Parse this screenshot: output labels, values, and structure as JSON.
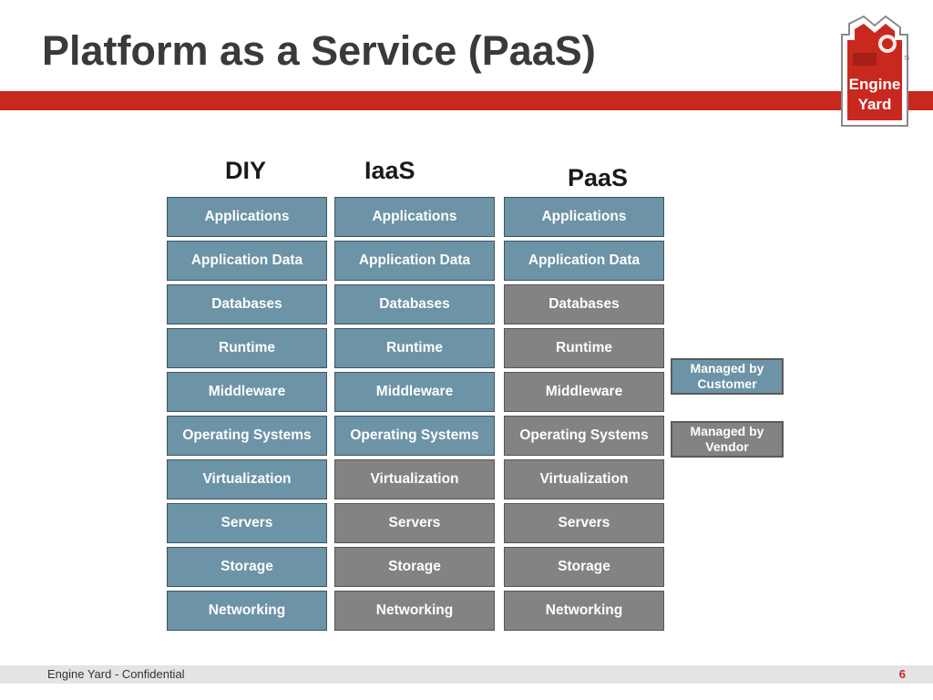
{
  "slide": {
    "title": "Platform as a Service (PaaS)",
    "footer": "Engine Yard - Confidential",
    "page_number": "6",
    "logo_text": [
      "Engine",
      "Yard"
    ]
  },
  "colors": {
    "accent_red": "#c8281e",
    "managed_by_customer": "#6c93a6",
    "managed_by_vendor": "#838383"
  },
  "columns": [
    {
      "heading": "DIY",
      "layers": [
        {
          "label": "Applications",
          "managed": "customer"
        },
        {
          "label": "Application Data",
          "managed": "customer"
        },
        {
          "label": "Databases",
          "managed": "customer"
        },
        {
          "label": "Runtime",
          "managed": "customer"
        },
        {
          "label": "Middleware",
          "managed": "customer"
        },
        {
          "label": "Operating Systems",
          "managed": "customer"
        },
        {
          "label": "Virtualization",
          "managed": "customer"
        },
        {
          "label": "Servers",
          "managed": "customer"
        },
        {
          "label": "Storage",
          "managed": "customer"
        },
        {
          "label": "Networking",
          "managed": "customer"
        }
      ]
    },
    {
      "heading": "IaaS",
      "layers": [
        {
          "label": "Applications",
          "managed": "customer"
        },
        {
          "label": "Application Data",
          "managed": "customer"
        },
        {
          "label": "Databases",
          "managed": "customer"
        },
        {
          "label": "Runtime",
          "managed": "customer"
        },
        {
          "label": "Middleware",
          "managed": "customer"
        },
        {
          "label": "Operating Systems",
          "managed": "customer"
        },
        {
          "label": "Virtualization",
          "managed": "vendor"
        },
        {
          "label": "Servers",
          "managed": "vendor"
        },
        {
          "label": "Storage",
          "managed": "vendor"
        },
        {
          "label": "Networking",
          "managed": "vendor"
        }
      ]
    },
    {
      "heading": "PaaS",
      "layers": [
        {
          "label": "Applications",
          "managed": "customer"
        },
        {
          "label": "Application Data",
          "managed": "customer"
        },
        {
          "label": "Databases",
          "managed": "vendor"
        },
        {
          "label": "Runtime",
          "managed": "vendor"
        },
        {
          "label": "Middleware",
          "managed": "vendor"
        },
        {
          "label": "Operating Systems",
          "managed": "vendor"
        },
        {
          "label": "Virtualization",
          "managed": "vendor"
        },
        {
          "label": "Servers",
          "managed": "vendor"
        },
        {
          "label": "Storage",
          "managed": "vendor"
        },
        {
          "label": "Networking",
          "managed": "vendor"
        }
      ]
    }
  ],
  "legend": {
    "customer": "Managed by\nCustomer",
    "vendor": "Managed by\nVendor"
  }
}
